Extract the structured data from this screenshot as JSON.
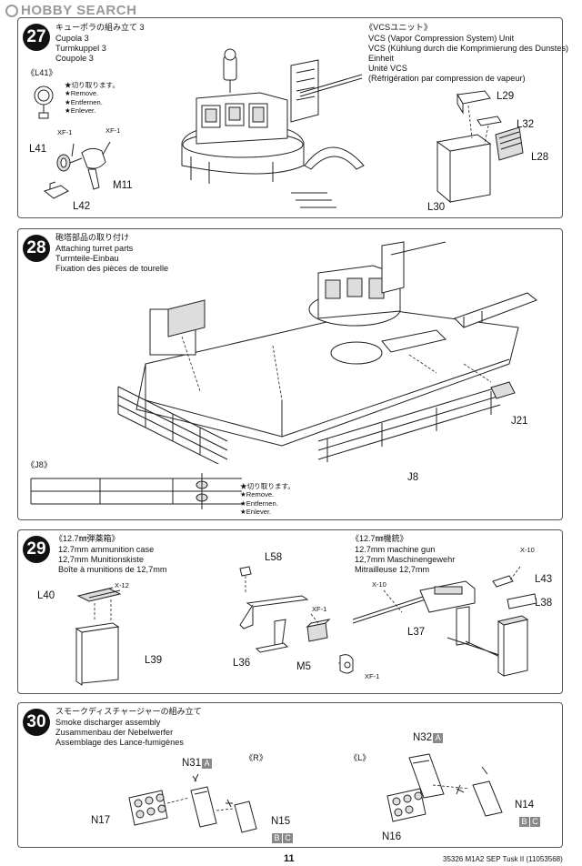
{
  "watermark": "HOBBY SEARCH",
  "page_number": "11",
  "footer_code": "35326  M1A2 SEP Tusk II (11053568)",
  "legend": {
    "ja": "★切り取ります。",
    "en": "★Remove.",
    "de": "★Entfernen.",
    "fr": "★Enlever."
  },
  "step27": {
    "number": "27",
    "title_ja": "キューポラの組み立て 3",
    "title_en": "Cupola 3",
    "title_de": "Turmkuppel 3",
    "title_fr": "Coupole 3",
    "vcs_ja": "《VCSユニット》",
    "vcs_en": "VCS (Vapor Compression System) Unit",
    "vcs_de": "VCS (Kühlung durch die Komprimierung des Dunstes)",
    "vcs_de2": "Einheit",
    "vcs_fr": "Unité VCS",
    "vcs_fr2": "(Réfrigération par compression de vapeur)",
    "sub_l41": "《L41》",
    "parts": [
      "XF-1",
      "XF-1",
      "L41",
      "M11",
      "L42",
      "L29",
      "L32",
      "L28",
      "L30"
    ]
  },
  "step28": {
    "number": "28",
    "title_ja": "砲塔部品の取り付け",
    "title_en": "Attaching turret parts",
    "title_de": "Turmteile-Einbau",
    "title_fr": "Fixation des pièces de tourelle",
    "sub_j8": "《J8》",
    "parts": [
      "J21",
      "J8"
    ]
  },
  "step29": {
    "number": "29",
    "ammo_ja": "《12.7㎜弾薬箱》",
    "ammo_en": "12.7mm ammunition case",
    "ammo_de": "12,7mm Munitionskiste",
    "ammo_fr": "Boîte à munitions de 12,7mm",
    "mg_ja": "《12.7㎜機銃》",
    "mg_en": "12.7mm machine gun",
    "mg_de": "12,7mm Maschinengewehr",
    "mg_fr": "Mitrailleuse 12,7mm",
    "parts": [
      "X-12",
      "L40",
      "L39",
      "L58",
      "XF-1",
      "L36",
      "M5",
      "XF-1",
      "X-10",
      "X-10",
      "L43",
      "L38",
      "L37"
    ]
  },
  "step30": {
    "number": "30",
    "title_ja": "スモークディスチャージャーの組み立て",
    "title_en": "Smoke discharger assembly",
    "title_de": "Zusammenbau der Nebelwerfer",
    "title_fr": "Assemblage des Lance-fumigènes",
    "side_r": "《R》",
    "side_l": "《L》",
    "parts": [
      "N31",
      "N17",
      "N15",
      "N32",
      "N14",
      "N16"
    ],
    "boxes": [
      "A",
      "B",
      "C",
      "A",
      "B",
      "C"
    ]
  }
}
